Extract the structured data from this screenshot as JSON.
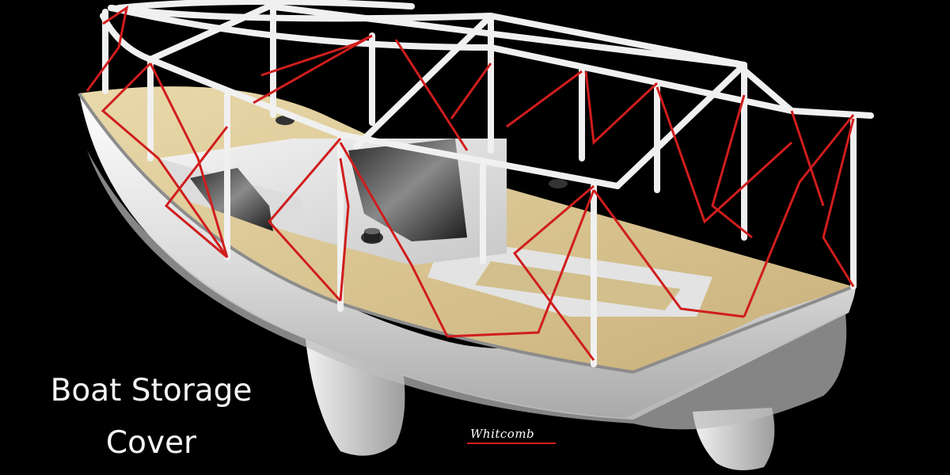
{
  "title": {
    "line1": "Boat Storage",
    "line2": "Cover"
  },
  "signature": "Whitcomb",
  "colors": {
    "background": "#000000",
    "hull": "#e8e8e8",
    "deck": "#d8c49a",
    "frame": "#f0f0f0",
    "straps": "#d01d1d"
  }
}
